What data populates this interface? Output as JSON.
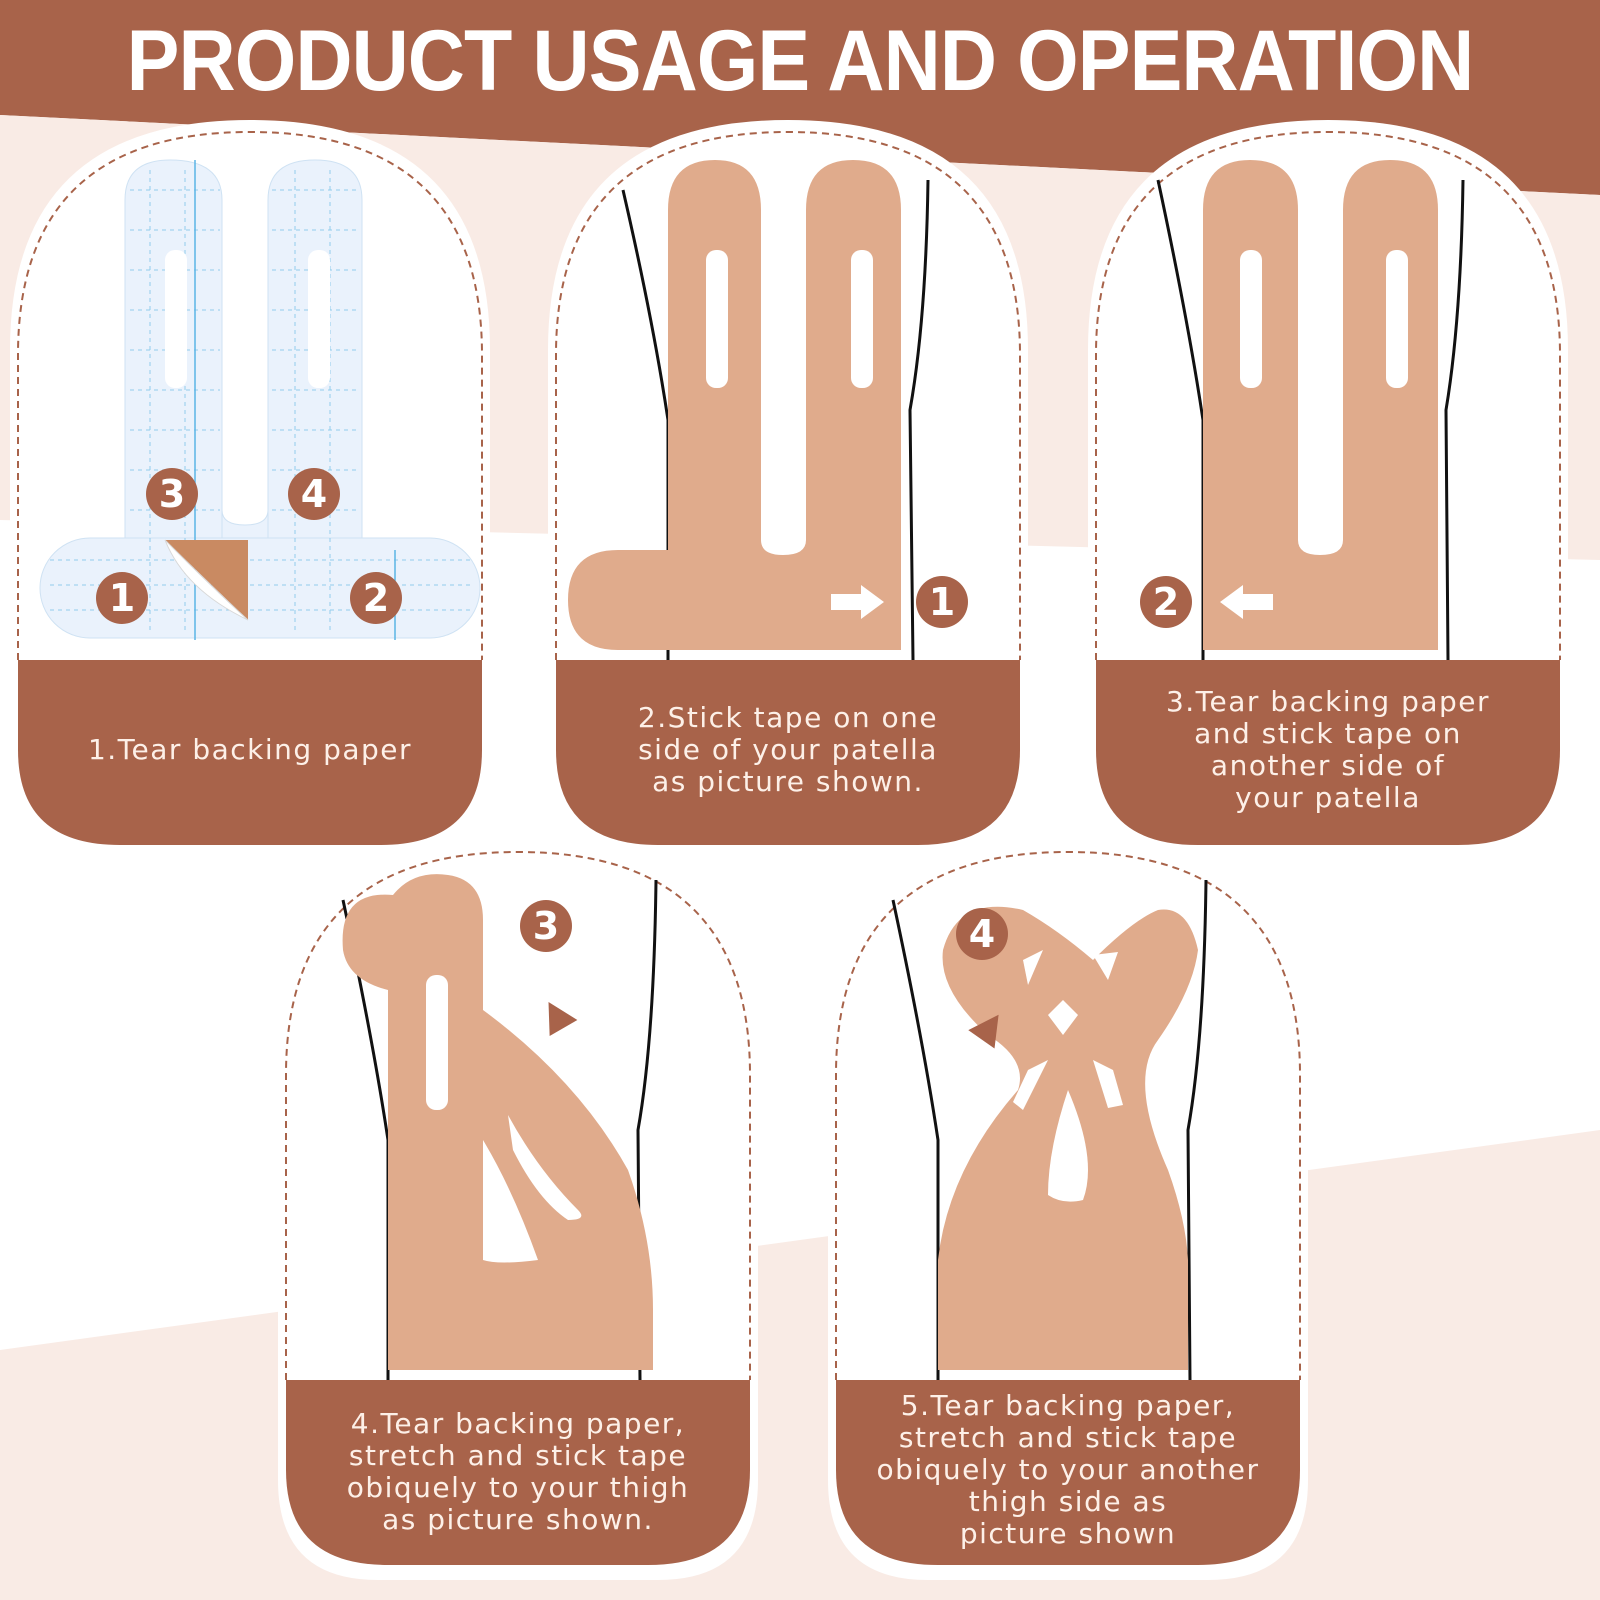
{
  "title": "PRODUCT USAGE AND OPERATION",
  "colors": {
    "brand_brown": "#a8634a",
    "tape_beige": "#e0ab8c",
    "backing_blue": "#eaf2fc",
    "background_pink": "#f9ebe5",
    "caption_text": "#fdf0e8"
  },
  "steps": [
    {
      "number": "1",
      "caption": "1.Tear backing paper",
      "badges": [
        "1",
        "2",
        "3",
        "4"
      ]
    },
    {
      "number": "2",
      "caption": "2.Stick tape on one\nside of your patella\nas picture shown.",
      "badges": [
        "1"
      ],
      "arrow": "right-arrow"
    },
    {
      "number": "3",
      "caption": "3.Tear backing paper\nand stick tape on\nanother side of\nyour patella",
      "badges": [
        "2"
      ],
      "arrow": "left-arrow"
    },
    {
      "number": "4",
      "caption": "4.Tear backing paper,\nstretch and stick tape\nobiquely to your thigh\nas  picture shown.",
      "badges": [
        "3"
      ],
      "arrow": "up-right-arrow"
    },
    {
      "number": "5",
      "caption": "5.Tear backing paper,\nstretch and stick tape\nobiquely to your another\nthigh side as\npicture shown",
      "badges": [
        "4"
      ],
      "arrow": "up-right-arrow"
    }
  ]
}
